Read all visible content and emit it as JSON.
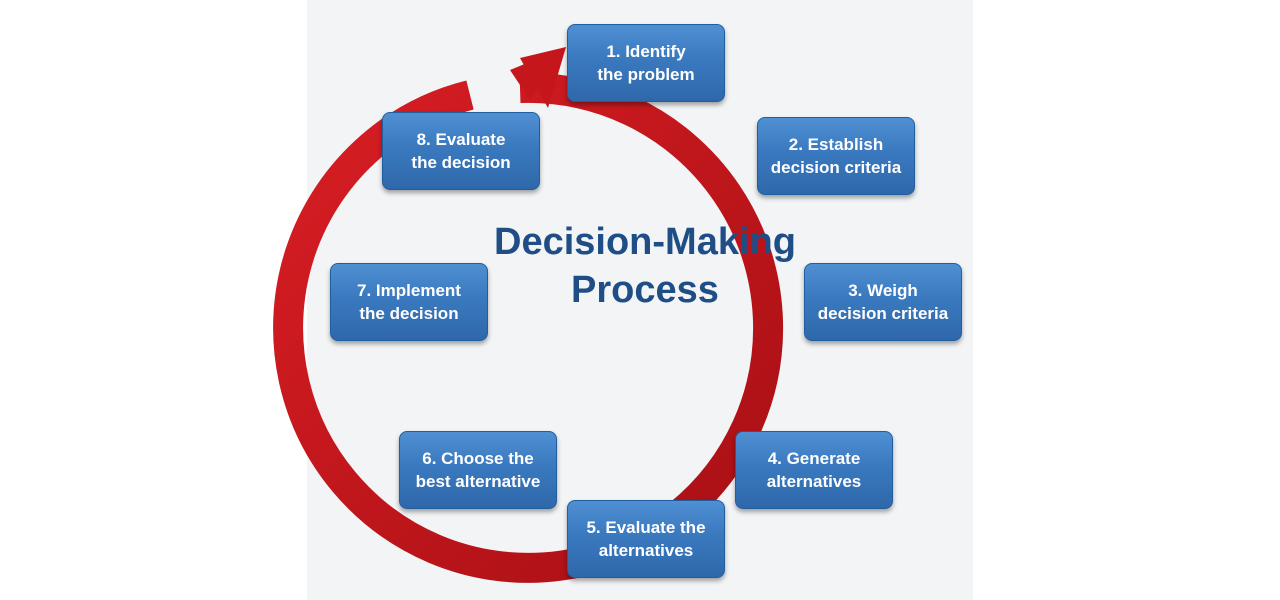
{
  "diagram": {
    "title": [
      "Decision-Making",
      "Process"
    ],
    "steps": [
      [
        "1. Identify",
        "the problem"
      ],
      [
        "2. Establish",
        "decision criteria"
      ],
      [
        "3. Weigh",
        "decision criteria"
      ],
      [
        "4. Generate",
        "alternatives"
      ],
      [
        "5. Evaluate the",
        "alternatives"
      ],
      [
        "6. Choose the",
        "best alternative"
      ],
      [
        "7. Implement",
        "the decision"
      ],
      [
        "8. Evaluate",
        "the decision"
      ]
    ],
    "colors": {
      "ring": "#c5161c",
      "box": "#3a79bf",
      "title": "#1f4e87"
    }
  }
}
